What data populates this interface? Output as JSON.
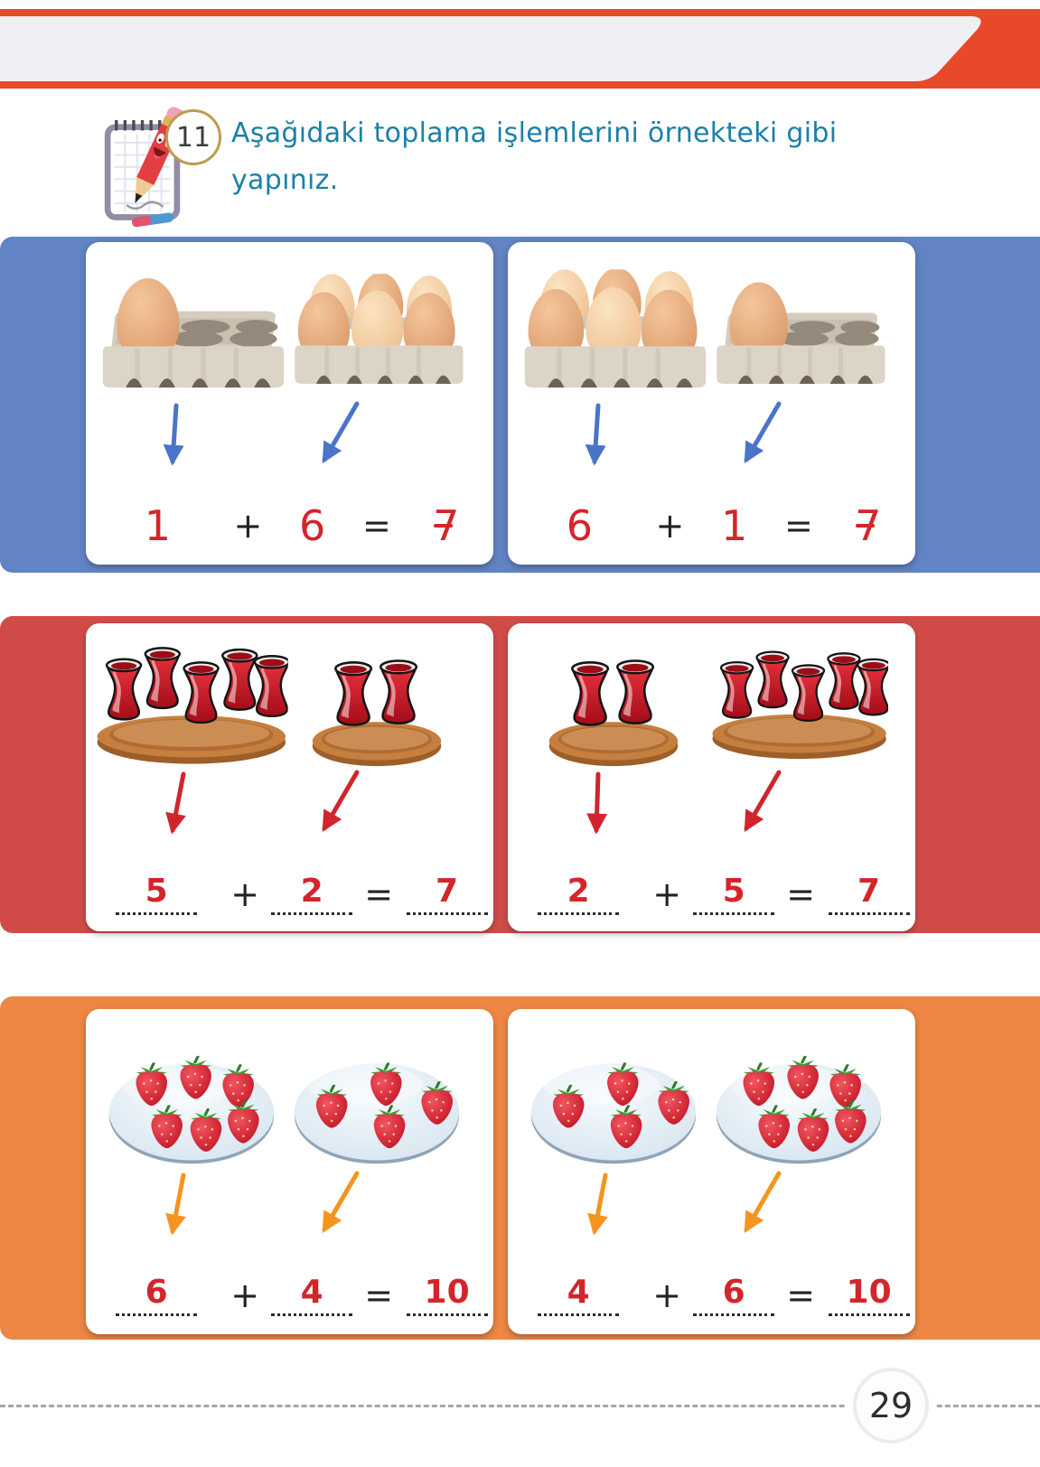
{
  "header": {
    "band_color": "#e8492b",
    "plate_color": "#f0eff3",
    "exercise_number": "11",
    "instruction": "Aşağıdaki toplama işlemlerini örnekteki gibi yapınız.",
    "instruction_color": "#1b80a8",
    "mascot": "pencil-notepad-mascot"
  },
  "operators": {
    "plus": "+",
    "equals": "="
  },
  "bands": [
    {
      "name": "eggs-example-band",
      "background": "#6283c4",
      "arrow_color": "#4a74c8",
      "item": "eggs-in-carton",
      "cards": [
        {
          "group_a_count": 1,
          "group_b_count": 6,
          "a": "1",
          "b": "6",
          "sum": "7",
          "style": "example-no-blanks"
        },
        {
          "group_a_count": 6,
          "group_b_count": 1,
          "a": "6",
          "b": "1",
          "sum": "7",
          "style": "example-no-blanks"
        }
      ]
    },
    {
      "name": "tea-glasses-band",
      "background": "#d14c49",
      "arrow_color": "#d0252c",
      "item": "tea-glasses-on-tray",
      "cards": [
        {
          "group_a_count": 5,
          "group_b_count": 2,
          "a": "5",
          "b": "2",
          "sum": "7",
          "style": "dotted-blanks"
        },
        {
          "group_a_count": 2,
          "group_b_count": 5,
          "a": "2",
          "b": "5",
          "sum": "7",
          "style": "dotted-blanks"
        }
      ]
    },
    {
      "name": "strawberries-band",
      "background": "#ee8743",
      "arrow_color": "#f5941e",
      "item": "strawberries-on-plate",
      "cards": [
        {
          "group_a_count": 6,
          "group_b_count": 4,
          "a": "6",
          "b": "4",
          "sum": "10",
          "style": "dotted-blanks"
        },
        {
          "group_a_count": 4,
          "group_b_count": 6,
          "a": "4",
          "b": "6",
          "sum": "10",
          "style": "dotted-blanks"
        }
      ]
    }
  ],
  "footer": {
    "page_number": "29"
  }
}
